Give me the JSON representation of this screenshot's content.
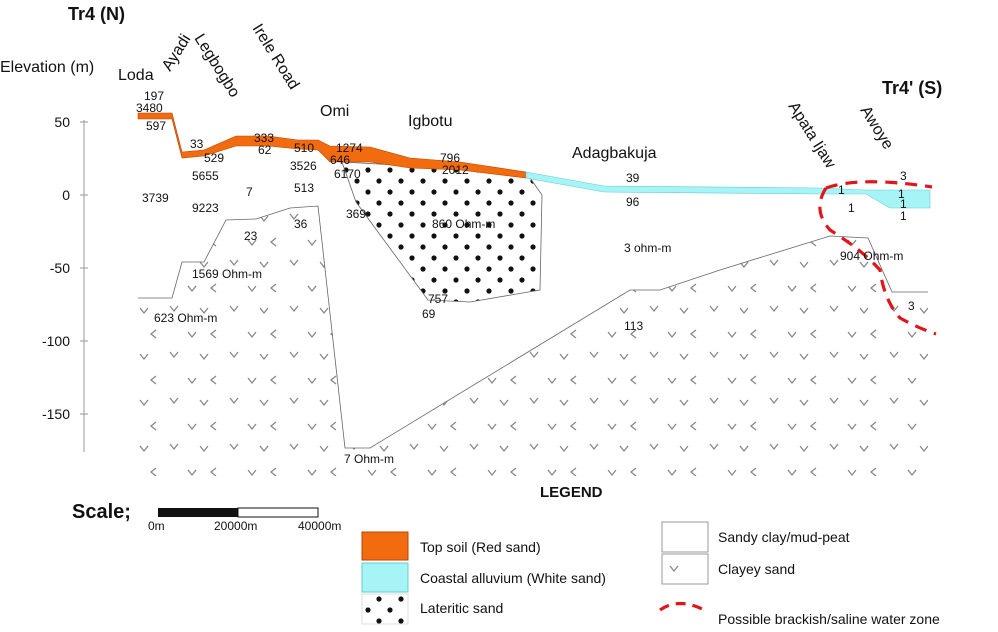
{
  "title_left": "Tr4 (N)",
  "title_right": "Tr4' (S)",
  "y_axis_label": "Elevation (m)",
  "y_ticks": [
    "50",
    "0",
    "-50",
    "-100",
    "-150"
  ],
  "places": {
    "loda": "Loda",
    "ayadi": "Ayadi",
    "legbogbo": "Legbogbo",
    "irele_road": "Irele Road",
    "omi": "Omi",
    "igbotu": "Igbotu",
    "adagbakuja": "Adagbakuja",
    "apata_ijaw": "Apata Ijaw",
    "awoye": "Awoye"
  },
  "resistivity_labels": {
    "r197": "197",
    "r3480": "3480",
    "r597": "597",
    "r3739": "3739",
    "r33": "33",
    "r529": "529",
    "r5655": "5655",
    "r9223": "9223",
    "r333": "333",
    "r62": "62",
    "r7": "7",
    "r23": "23",
    "r1569": "1569 Ohm-m",
    "r623": "623 Ohm-m",
    "r510": "510",
    "r3526": "3526",
    "r513": "513",
    "r36": "36",
    "r1274": "1274",
    "r646": "646",
    "r6170": "6170",
    "r369": "369",
    "r796": "796",
    "r2012": "2012",
    "r860": "860 Ohm-m",
    "r757": "757",
    "r69": "69",
    "r7ohm": "7 Ohm-m",
    "r39": "39",
    "r96": "96",
    "r3ohm": "3 ohm-m",
    "r113": "113",
    "r1a": "1",
    "r1b": "1",
    "r3a": "3",
    "r1c": "1",
    "r1d": "1",
    "r1e": "1",
    "r904": "904 Ohm-m",
    "r3b": "3"
  },
  "scale": {
    "label": "Scale;",
    "ticks": [
      "0m",
      "20000m",
      "40000m"
    ]
  },
  "legend": {
    "title": "LEGEND",
    "items": [
      {
        "label": "Top soil (Red sand)",
        "color": "#f26b0f"
      },
      {
        "label": "Coastal alluvium (White sand)",
        "color": "#a6f4f5"
      },
      {
        "label": "Lateritic sand",
        "color": "#ffffff"
      },
      {
        "label": "Sandy clay/mud-peat",
        "color": "#ffffff"
      },
      {
        "label": "Clayey sand",
        "color": "#ffffff"
      },
      {
        "label": "Possible brackish/saline water zone",
        "color": "#e0161b"
      }
    ]
  }
}
